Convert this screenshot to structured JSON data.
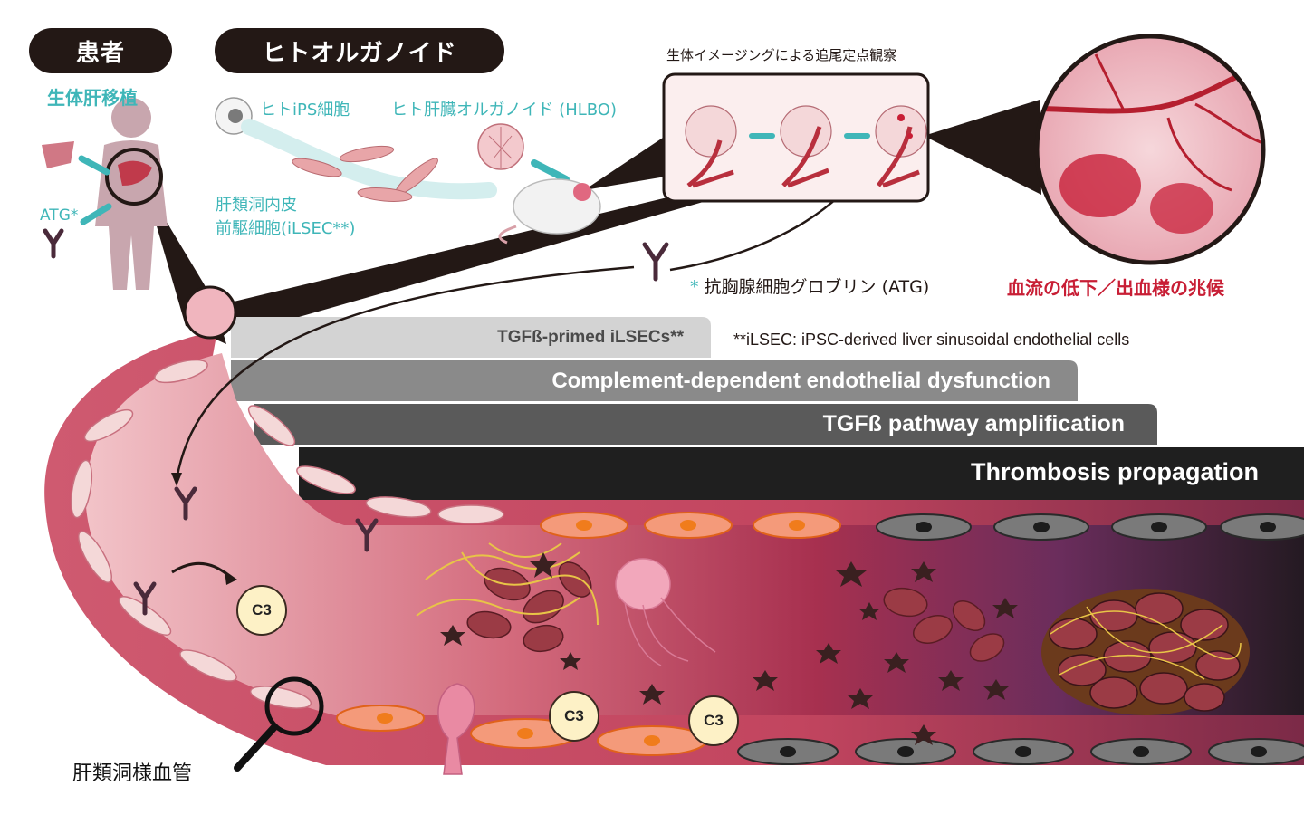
{
  "headers": {
    "patient": "患者",
    "organoid": "ヒトオルガノイド"
  },
  "patient": {
    "transplant_label": "生体肝移植",
    "atg_label": "ATG*"
  },
  "organoid": {
    "ips_label": "ヒトiPS細胞",
    "hlbo_label": "ヒト肝臓オルガノイド (HLBO)",
    "ilsec_label_line1": "肝類洞内皮",
    "ilsec_label_line2": "前駆細胞(iLSEC**)"
  },
  "imaging": {
    "title": "生体イメージングによる追尾定点観察"
  },
  "atg_note": {
    "asterisk": "*",
    "text": "抗胸腺細胞グロブリン (ATG)"
  },
  "outcome_label": "血流の低下／出血様の兆候",
  "stages": [
    {
      "label": "TGFß-primed iLSECs**"
    },
    {
      "label": "Complement-dependent endothelial dysfunction"
    },
    {
      "label": "TGFß pathway amplification"
    },
    {
      "label": "Thrombosis propagation"
    }
  ],
  "footnote": "**iLSEC: iPSC-derived liver sinusoidal endothelial cells",
  "c3_label": "C3",
  "vessel_label": "肝類洞様血管",
  "colors": {
    "pill_bg": "#231815",
    "teal": "#3fb6b8",
    "red_text": "#c81e35",
    "vessel_wall": "#c74a62",
    "band1": "#d3d3d3",
    "band2": "#8a8a8a",
    "band3": "#5a5a5a",
    "band4": "#1f1f1f"
  }
}
